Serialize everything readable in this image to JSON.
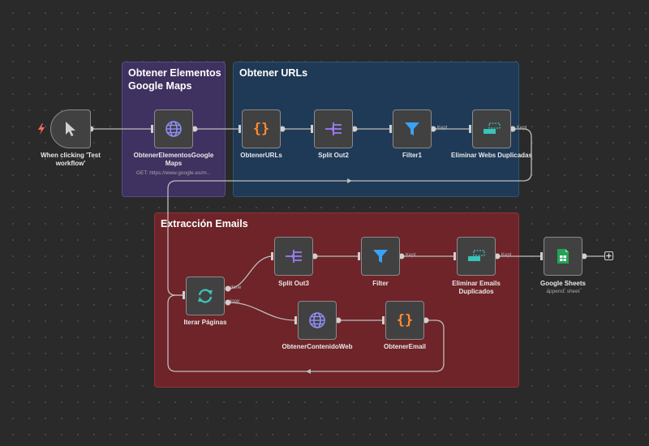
{
  "groups": {
    "elementos": {
      "title": "Obtener Elementos Google Maps"
    },
    "urls": {
      "title": "Obtener URLs"
    },
    "emails": {
      "title": "Extracción Emails"
    }
  },
  "nodes": {
    "trigger": {
      "label": "When clicking 'Test workflow'",
      "icon": "cursor-icon"
    },
    "gmaps": {
      "label": "ObtenerElementosGoogle Maps",
      "sub": "GET: https://www.google.es/m...",
      "icon": "globe-icon"
    },
    "obtener_urls": {
      "label": "ObtenerURLs",
      "icon": "code-braces-icon"
    },
    "split_out2": {
      "label": "Split Out2",
      "icon": "split-icon"
    },
    "filter1": {
      "label": "Filter1",
      "icon": "filter-icon"
    },
    "eliminar_webs": {
      "label": "Eliminar Webs Duplicadas",
      "icon": "dedupe-icon"
    },
    "iterar": {
      "label": "Iterar Páginas",
      "icon": "loop-icon"
    },
    "split_out3": {
      "label": "Split Out3",
      "icon": "split-icon"
    },
    "filter": {
      "label": "Filter",
      "icon": "filter-icon"
    },
    "eliminar_emails": {
      "label": "Eliminar Emails Duplicados",
      "icon": "dedupe-icon"
    },
    "sheets": {
      "label": "Google Sheets",
      "sub": "append: sheet",
      "icon": "sheets-icon"
    },
    "contenido_web": {
      "label": "ObtenerContenidoWeb",
      "icon": "globe-icon"
    },
    "obtener_email": {
      "label": "ObtenerEmail",
      "icon": "code-braces-icon"
    }
  },
  "ports": {
    "kept1": "Kept",
    "kept2": "Kept",
    "kept3": "Kept",
    "kept4": "Kept",
    "done": "done",
    "loop": "loop"
  },
  "colors": {
    "canvas": "#2a2a2a",
    "group_purple": "#3f3160",
    "group_blue": "#1f3a56",
    "group_red": "#6e2428",
    "wire": "#bdbdbd",
    "accent_orange": "#ff8a34",
    "accent_purple": "#9c7cf5",
    "accent_blue": "#3aa2f5",
    "accent_teal": "#39c3b9",
    "sheets_green": "#22a454"
  }
}
